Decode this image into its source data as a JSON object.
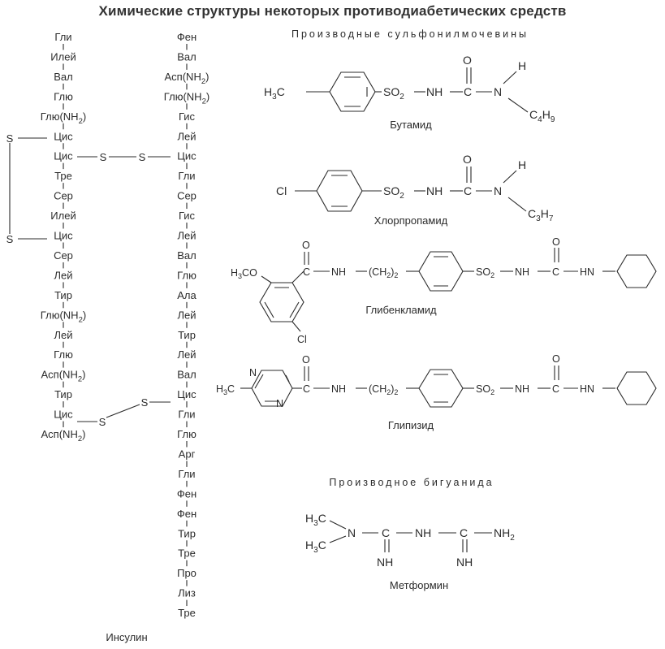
{
  "title": "Химические структуры некоторых противодиабетических средств",
  "insulin": {
    "label": "Инсулин",
    "chain_a": [
      "Гли",
      "Илей",
      "Вал",
      "Глю",
      "Глю(NH2)",
      "Цис",
      "Цис",
      "Тре",
      "Сер",
      "Илей",
      "Цис",
      "Сер",
      "Лей",
      "Тир",
      "Глю(NH2)",
      "Лей",
      "Глю",
      "Асп(NH2)",
      "Тир",
      "Цис",
      "Асп(NH2)"
    ],
    "chain_b": [
      "Фен",
      "Вал",
      "Асп(NH2)",
      "Глю(NH2)",
      "Гис",
      "Лей",
      "Цис",
      "Гли",
      "Сер",
      "Гис",
      "Лей",
      "Вал",
      "Глю",
      "Ала",
      "Лей",
      "Тир",
      "Лей",
      "Вал",
      "Цис",
      "Гли",
      "Глю",
      "Арг",
      "Гли",
      "Фен",
      "Фен",
      "Тир",
      "Тре",
      "Про",
      "Лиз",
      "Тре"
    ],
    "sulfur": "S"
  },
  "sections": {
    "sulfonylurea": "Производные сульфонилмочевины",
    "biguanide": "Производное бигуанида"
  },
  "drugs": {
    "butamid": {
      "name": "Бутамид",
      "left_group": "H3C",
      "so2": "SO2",
      "nh": "NH",
      "c": "C",
      "o": "O",
      "n": "N",
      "h": "H",
      "chain": "C4H9"
    },
    "chlorpropamid": {
      "name": "Хлорпропамид",
      "left_group": "Cl",
      "so2": "SO2",
      "nh": "NH",
      "c": "C",
      "o": "O",
      "n": "N",
      "h": "H",
      "chain": "C3H7"
    },
    "glibenclamid": {
      "name": "Глибенкламид",
      "methoxy": "H3CO",
      "cl": "Cl",
      "c": "C",
      "o": "O",
      "nh": "NH",
      "ch2": "(CH2)2",
      "so2": "SO2",
      "hn": "HN"
    },
    "glipizid": {
      "name": "Глипизид",
      "methyl": "H3C",
      "n": "N",
      "c": "C",
      "o": "O",
      "nh": "NH",
      "ch2": "(CH2)2",
      "so2": "SO2",
      "hn": "HN"
    },
    "metformin": {
      "name": "Метформин",
      "methyl": "H3C",
      "n": "N",
      "c": "C",
      "nh": "NH",
      "nh2": "NH2"
    }
  }
}
